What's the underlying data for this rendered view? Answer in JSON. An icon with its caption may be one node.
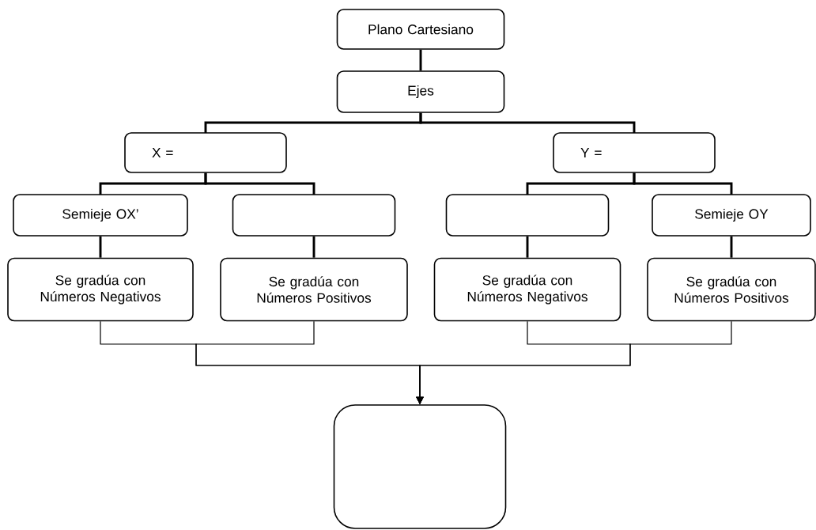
{
  "diagram": {
    "nodes": [
      {
        "text": [
          "Plano Cartesiano"
        ]
      },
      {
        "text": [
          "Ejes"
        ]
      },
      {
        "text": [
          "X ="
        ]
      },
      {
        "text": [
          "Y ="
        ]
      },
      {
        "text": [
          "Semieje OX’"
        ]
      },
      {
        "text": [],
        "shape": "box"
      },
      {
        "text": [],
        "shape": "box"
      },
      {
        "text": [
          "Semieje OY"
        ]
      },
      {
        "text": [
          "Se gradúa con Números Negativos"
        ]
      },
      {
        "text": [
          "Se gradúa con Números Positivos"
        ]
      },
      {
        "text": [
          "Se gradúa con Números Negativos"
        ]
      },
      {
        "text": [
          "Se gradúa con Números Positivos"
        ]
      },
      {
        "text": [],
        "shape": "box"
      }
    ],
    "edges": [
      {
        "from": 0,
        "to": 1,
        "arrow": "none"
      },
      {
        "from": 1,
        "to": 2,
        "arrow": "none"
      },
      {
        "from": 1,
        "to": 3,
        "arrow": "none"
      },
      {
        "from": 2,
        "to": 4,
        "arrow": "none"
      },
      {
        "from": 2,
        "to": 5,
        "arrow": "none"
      },
      {
        "from": 3,
        "to": 6,
        "arrow": "none"
      },
      {
        "from": 3,
        "to": 7,
        "arrow": "none"
      },
      {
        "from": 4,
        "to": 8,
        "arrow": "none"
      },
      {
        "from": 5,
        "to": 9,
        "arrow": "none"
      },
      {
        "from": 6,
        "to": 10,
        "arrow": "none"
      },
      {
        "from": 7,
        "to": 11,
        "arrow": "none"
      },
      {
        "from": 8,
        "to": 12,
        "arrow": "to"
      },
      {
        "from": 9,
        "to": 12,
        "arrow": "to"
      },
      {
        "from": 10,
        "to": 12,
        "arrow": "to"
      },
      {
        "from": 11,
        "to": 12,
        "arrow": "to"
      }
    ]
  }
}
